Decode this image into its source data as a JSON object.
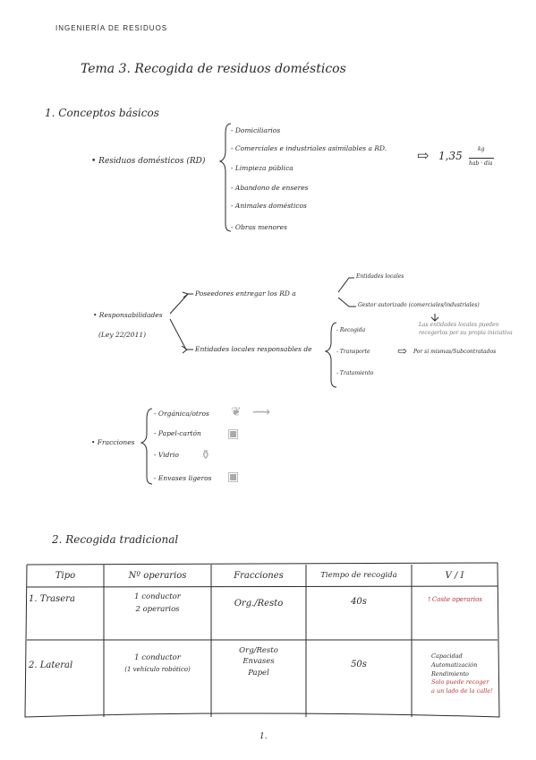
{
  "header": "INGENIERÍA  DE  RESIDUOS",
  "title": "Tema 3. Recogida de residuos domésticos",
  "sections": {
    "s1": "1. Conceptos básicos",
    "s2": "2. Recogida tradicional"
  },
  "rd": {
    "label": "• Residuos domésticos (RD)",
    "items": [
      "- Domiciliarios",
      "- Comerciales e industriales asimilables a RD.",
      "- Limpieza pública",
      "- Abandono de enseres",
      "- Animales domésticos",
      "- Obras menores"
    ],
    "arrow": "⇨",
    "value": "1,35",
    "unit_num": "kg",
    "unit_den": "hab · día"
  },
  "resp": {
    "label1": "• Responsabilidades",
    "label2": "(Ley 22/2011)",
    "b1": "Poseedores entregar los RD a",
    "b1a": "Entidades locales",
    "b1b": "Gestor autorizado (comerciales/industriales)",
    "b1b_note1": "Las entidades locales pueden",
    "b1b_note2": "recogerlos por su propia iniciativa",
    "b2": "Entidades locales responsables de",
    "b2_items": [
      "- Recogida",
      "- Transporte",
      "- Tratamiento"
    ],
    "b2_arrow": "⇨",
    "b2_note": "Por sí mismas/Subcontratados"
  },
  "fracciones": {
    "label": "• Fracciones",
    "items": [
      "- Orgánica/otros",
      "- Papel-cartón",
      "- Vidrio",
      "- Envases ligeros"
    ]
  },
  "table": {
    "headers": [
      "Tipo",
      "Nº operarios",
      "Fracciones",
      "Tiempo de recogida",
      "V / I"
    ],
    "rows": [
      {
        "tipo": "1. Trasera",
        "operarios": [
          "1 conductor",
          "2 operarios"
        ],
        "fracciones": [
          "Org./Resto"
        ],
        "tiempo": "40s",
        "vi": [
          "↑Coste operarios"
        ]
      },
      {
        "tipo": "2. Lateral",
        "operarios": [
          "1 conductor",
          "(1 vehículo robótico)"
        ],
        "fracciones": [
          "Org/Resto",
          "Envases",
          "Papel"
        ],
        "tiempo": "50s",
        "vi": [
          "Capacidad",
          "Automatización",
          "Rendimiento"
        ],
        "vi_red": [
          "Solo puede recoger",
          "a un lado de la calle!"
        ]
      }
    ]
  },
  "page_number": "1."
}
